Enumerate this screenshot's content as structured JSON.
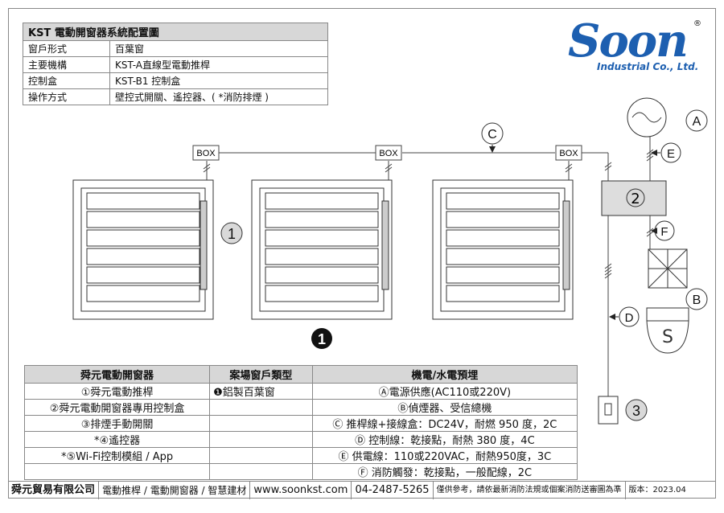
{
  "spec_table": {
    "title": "KST 電動開窗器系統配置圖",
    "rows": [
      {
        "label": "窗戶形式",
        "value": "百葉窗"
      },
      {
        "label": "主要機構",
        "value": "KST-A直線型電動推桿"
      },
      {
        "label": "控制盒",
        "value": "KST-B1 控制盒"
      },
      {
        "label": "操作方式",
        "value": "壁控式開關、遙控器、( *消防排煙 )"
      }
    ]
  },
  "logo": {
    "brand": "Soon",
    "sub": "Industrial Co., Ltd.",
    "reg": "®"
  },
  "diagram": {
    "box_label": "BOX",
    "marker_c": "C",
    "marker_a": "A",
    "marker_b": "B",
    "marker_d": "D",
    "marker_e": "E",
    "marker_f": "F",
    "num_1": "1",
    "num_2": "2",
    "num_3": "3",
    "filled_1": "1"
  },
  "legend": {
    "headers": [
      "舜元電動開窗器",
      "案場窗戶類型",
      "機電/水電預埋"
    ],
    "col1": [
      "①舜元電動推桿",
      "②舜元電動開窗器專用控制盒",
      "③排煙手動開關",
      "*④遙控器",
      "*⑤Wi-Fi控制模組 / App",
      ""
    ],
    "col2": [
      "❶鋁製百葉窗",
      "",
      "",
      "",
      "",
      ""
    ],
    "col3": [
      "Ⓐ電源供應(AC110或220V)",
      "Ⓑ偵煙器、受信總機",
      "Ⓒ 推桿線+接線盒：DC24V，耐燃 950 度，2C",
      "Ⓓ 控制線：乾接點，耐熱 380 度，4C",
      "Ⓔ 供電線：110或220VAC，耐熱950度，3C",
      "Ⓕ 消防觸發：乾接點，一般配線，2C"
    ]
  },
  "footer": {
    "company": "舜元貿易有限公司",
    "products": "電動推桿 / 電動開窗器 / 智慧建材",
    "web": "www.soonkst.com",
    "phone": "04-2487-5265",
    "note": "僅供參考，請依最新消防法規或個案消防送審圖為準",
    "version": "版本：2023.04"
  }
}
